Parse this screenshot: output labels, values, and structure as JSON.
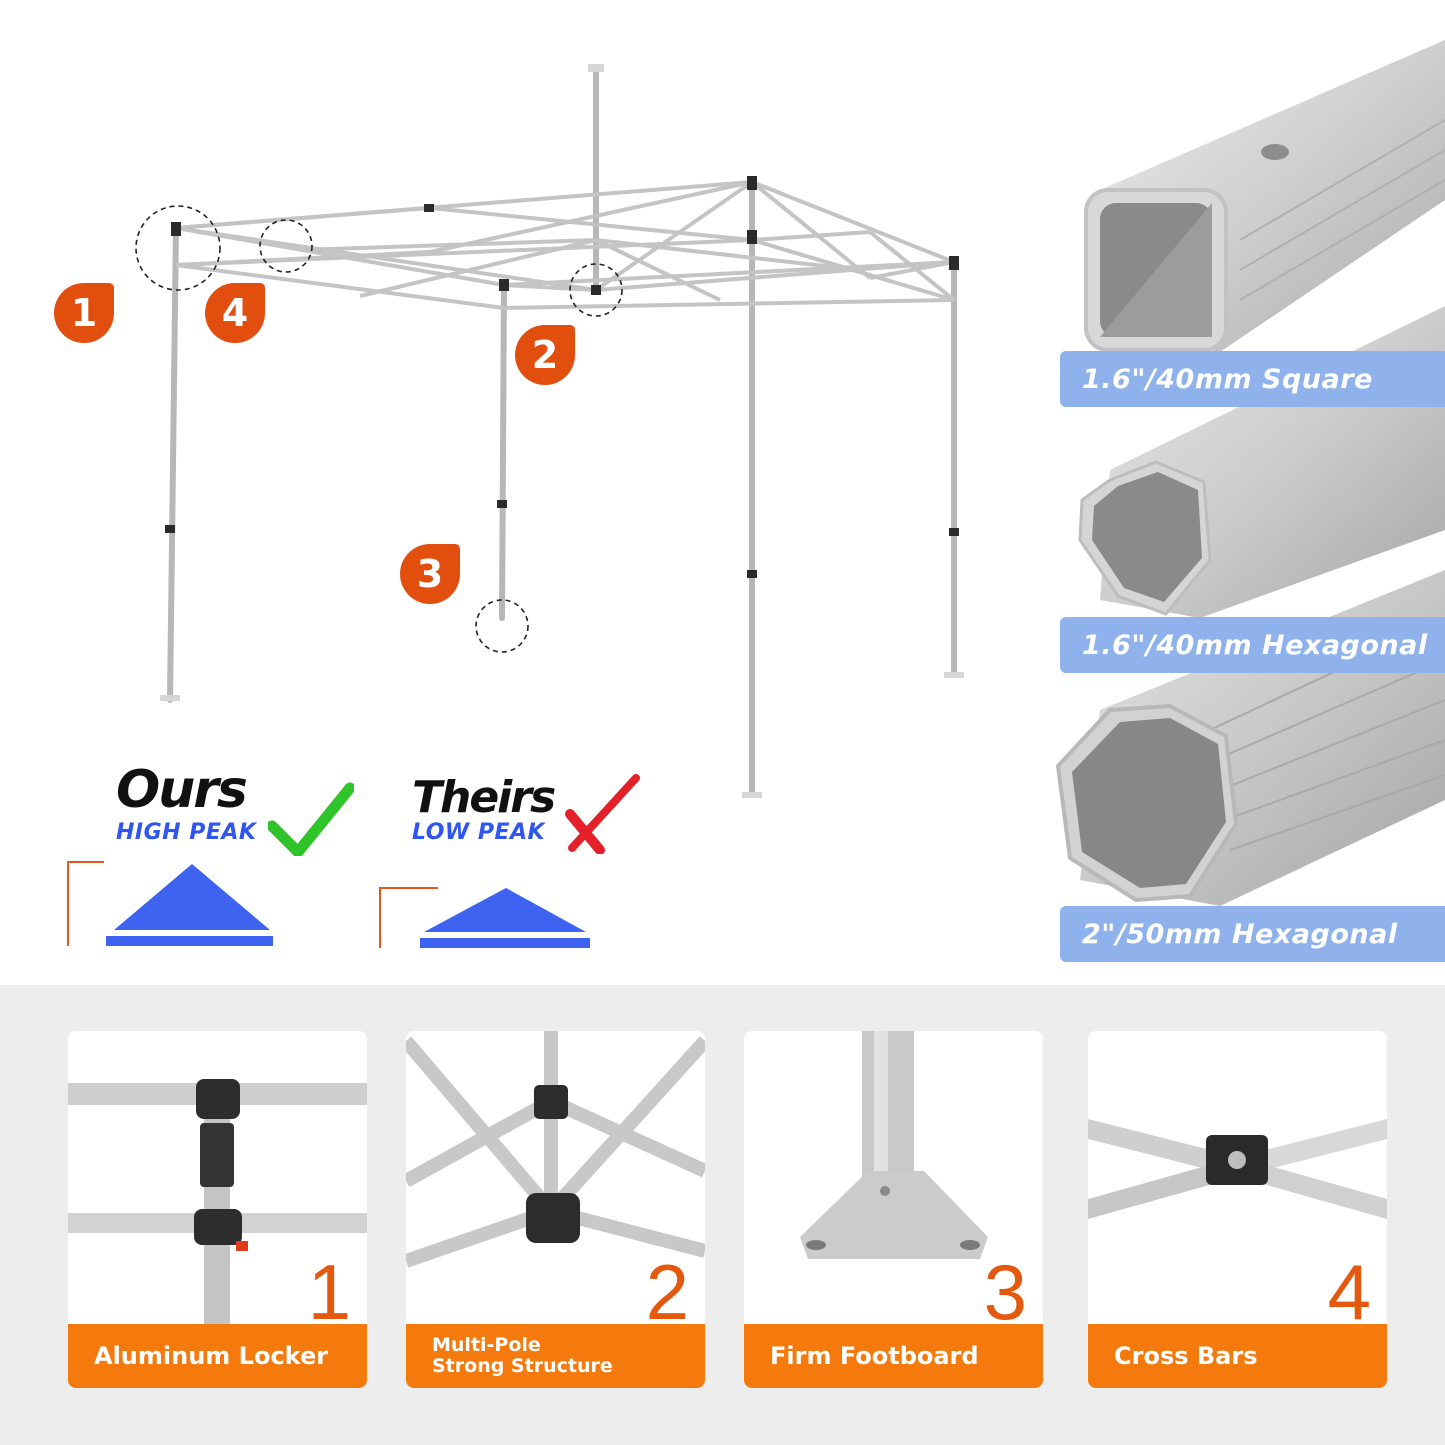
{
  "markers": [
    "1",
    "4",
    "2",
    "3"
  ],
  "comparison": {
    "ours": {
      "title": "Ours",
      "subtitle": "HIGH PEAK"
    },
    "theirs": {
      "title": "Theirs",
      "subtitle": "LOW PEAK"
    }
  },
  "profiles": [
    {
      "label": "1.6\"/40mm Square"
    },
    {
      "label": "1.6\"/40mm Hexagonal"
    },
    {
      "label": "2\"/50mm Hexagonal"
    }
  ],
  "features": [
    {
      "number": "1",
      "label": "Aluminum Locker"
    },
    {
      "number": "2",
      "label": "Multi-Pole\nStrong Structure"
    },
    {
      "number": "3",
      "label": "Firm Footboard"
    },
    {
      "number": "4",
      "label": "Cross Bars"
    }
  ],
  "colors": {
    "accent_orange": "#f47a0e",
    "marker_orange": "#e24e0e",
    "peak_blue": "#3d63f0",
    "label_blue": "#8fb2ec",
    "check_green": "#2fc52a",
    "cross_red": "#e4202a"
  },
  "icons": [
    "check-icon",
    "cross-icon"
  ]
}
